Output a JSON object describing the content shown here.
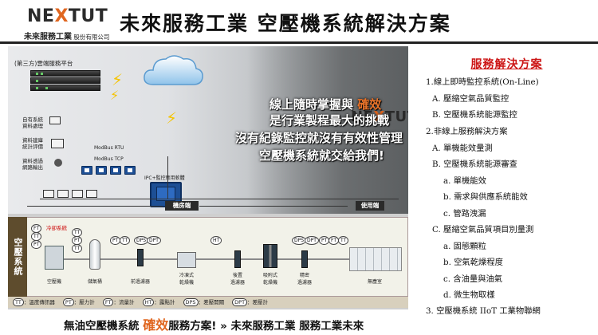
{
  "header": {
    "logo_text": "NEXTUT",
    "logo_chinese": "未來服務工業",
    "logo_suffix": "股份有限公司",
    "title": "未來服務工業  空壓機系統解決方案"
  },
  "diagram": {
    "cloud_platform_label": "(第三方)雲端服務平台",
    "left_labels": [
      "自有系統\n資料處理",
      "資料建庫\n統計評價",
      "資料透過\n網路輸出"
    ],
    "modbus_rtu": "ModBus RTU",
    "modbus_tcp": "ModBus TCP",
    "ipc_label": "IPC+監控應用軟體",
    "nextut_logo": "NEXTUT",
    "slogans": [
      {
        "pre": "線上隨時掌握與 ",
        "hl": "確效",
        "post": ""
      },
      {
        "pre": "是行業製程最大的挑戰",
        "hl": "",
        "post": ""
      },
      {
        "pre": "沒有紀錄監控就沒有有效性管理",
        "hl": "",
        "post": ""
      },
      {
        "pre": "空壓機系統就交給我們!",
        "hl": "",
        "post": ""
      }
    ],
    "machine_room": "機房端",
    "user_end": "使用端",
    "process_label": "空壓系統",
    "cooling_label": "冷卻系統",
    "equipment": [
      "空壓機",
      "儲氣桶",
      "前過濾器",
      "冷凍式\n乾燥機",
      "後置\n過濾器",
      "吸附式\n乾燥機",
      "精密\n過濾器",
      "無塵室"
    ],
    "sensor_tags": [
      "TT",
      "PT",
      "TT",
      "PT",
      "PT",
      "TT",
      "DPS",
      "DPT",
      "HT",
      "DPS",
      "DPT",
      "PT",
      "FT",
      "TT",
      "TT",
      "FT"
    ],
    "legend": [
      {
        "code": "TT",
        "label": "溫度傳訊器"
      },
      {
        "code": "PT",
        "label": "壓力計"
      },
      {
        "code": "FT",
        "label": "流量計"
      },
      {
        "code": "HT",
        "label": "露點計"
      },
      {
        "code": "DPS",
        "label": "差壓開關"
      },
      {
        "code": "DPT",
        "label": "差壓計"
      }
    ]
  },
  "footer": {
    "pre": "無油空壓機系統 ",
    "hl": "確效",
    "post": "服務方案! »  未來服務工業  服務工業未來"
  },
  "solutions": {
    "title": "服務解決方案",
    "items": [
      "1.線上即時監控系統(On-Line)",
      "A. 壓縮空氣品質監控",
      "B. 空壓機系統能源監控",
      "2.非線上服務解決方案",
      "A. 單機能效量測",
      "B. 空壓機系統能源審查",
      "a. 單機能效",
      "b. 需求與供應系統能效",
      "c. 管路洩漏",
      "C. 壓縮空氣品質項目別量測",
      "a. 固態顆粒",
      "b. 空氣乾燥程度",
      "c. 含油量與油氣",
      "d. 微生物取樣",
      "3. 空壓機系統 IIoT 工業物聯網"
    ]
  }
}
